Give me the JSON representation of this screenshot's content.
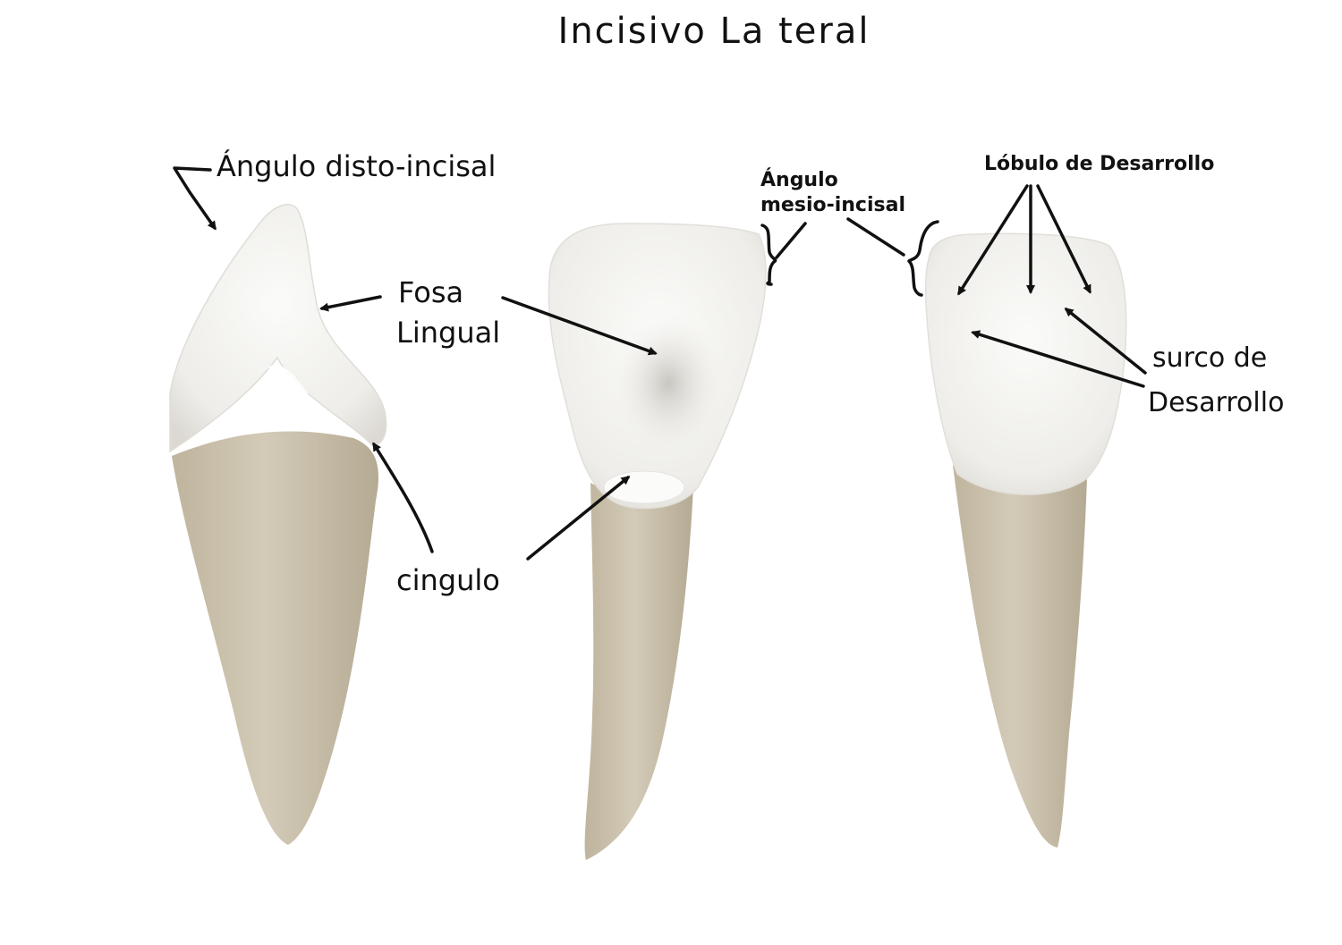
{
  "title": "Incisivo La teral",
  "labels": {
    "angulo_disto_incisal": "Ángulo disto-incisal",
    "fosa_lingual_line1": "Fosa",
    "fosa_lingual_line2": "Lingual",
    "cingulo": "cingulo",
    "angulo_mesio_incisal_line1": "Ángulo",
    "angulo_mesio_incisal_line2": "mesio-incisal",
    "lobulo_de_desarrollo": "Lóbulo de Desarrollo",
    "surco_de_desarrollo_line1": "surco de",
    "surco_de_desarrollo_line2": "Desarrollo"
  },
  "colors": {
    "enamel": "#f2f1ee",
    "enamel_shadow": "#d9d6d0",
    "root": "#cfc6b2",
    "root_shadow": "#b8ad96",
    "ink": "#111111",
    "background": "#ffffff"
  },
  "views": [
    {
      "name": "proximal-view"
    },
    {
      "name": "lingual-view"
    },
    {
      "name": "labial-view"
    }
  ]
}
